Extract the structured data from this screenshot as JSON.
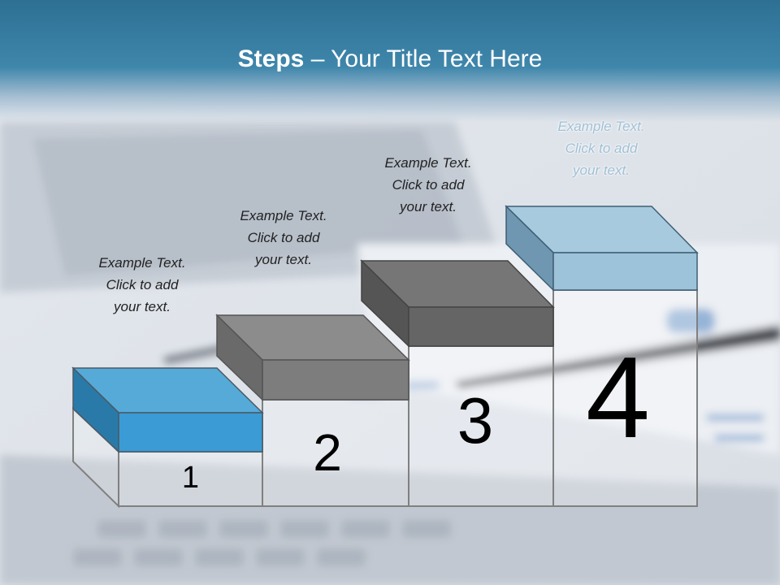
{
  "title": {
    "bold": "Steps",
    "rest": " – Your Title Text Here"
  },
  "steps": [
    {
      "number": "1",
      "caption": [
        "Example Text.",
        "Click  to add",
        "your text."
      ],
      "color": "#3a9bd5"
    },
    {
      "number": "2",
      "caption": [
        "Example Text.",
        "Click  to add",
        "your text."
      ],
      "color": "#8a8a8a"
    },
    {
      "number": "3",
      "caption": [
        "Example Text.",
        "Click  to add",
        "your text."
      ],
      "color": "#6e6e6e"
    },
    {
      "number": "4",
      "caption": [
        "Example Text.",
        "Click  to add",
        "your text."
      ],
      "color": "#9dc3da"
    }
  ],
  "colors": {
    "header": "#2d7094",
    "accent_blue": "#3a9bd5",
    "light_blue": "#9dc3da",
    "gray": "#7a7a7a"
  }
}
